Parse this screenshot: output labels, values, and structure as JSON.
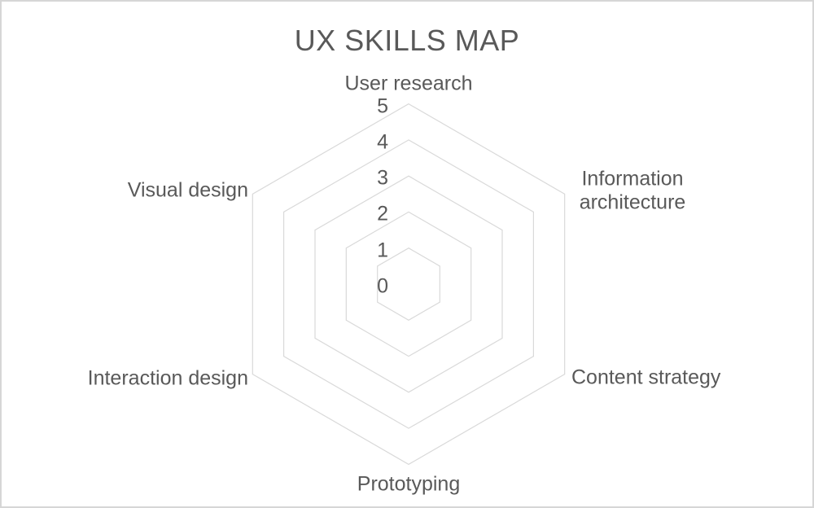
{
  "chart_data": {
    "type": "radar",
    "title": "UX SKILLS MAP",
    "categories": [
      "User research",
      "Information architecture",
      "Content strategy",
      "Prototyping",
      "Interaction design",
      "Visual design"
    ],
    "tick_labels": [
      "0",
      "1",
      "2",
      "3",
      "4",
      "5"
    ],
    "ylim": [
      0,
      5
    ],
    "series": [],
    "grid_shape": "hexagon",
    "rings": [
      1,
      2,
      3,
      4,
      5
    ],
    "radial_spokes_visible": false,
    "legend": "none",
    "colors": {
      "grid_line": "#d9d9d9",
      "text": "#595959",
      "background": "#ffffff",
      "page_border": "#d6d6d6"
    }
  }
}
